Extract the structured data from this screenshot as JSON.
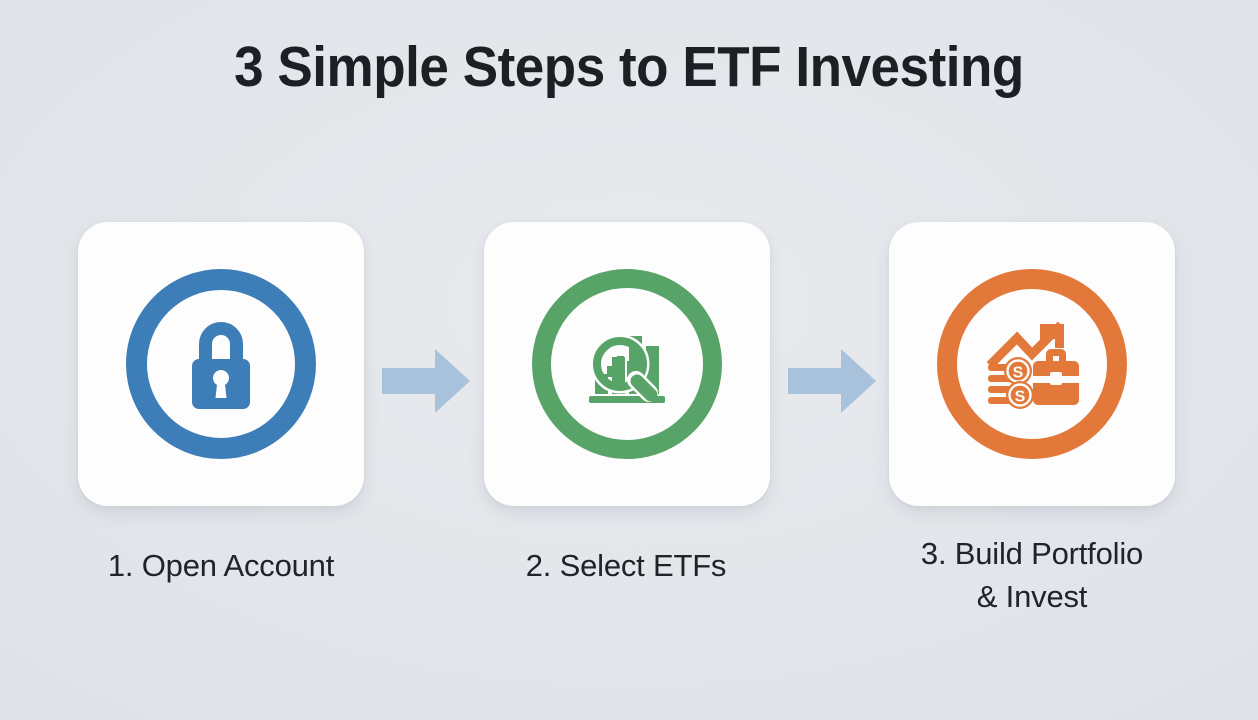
{
  "page": {
    "title": "3 Simple Steps to ETF Investing",
    "background_color": "#e3e6ea",
    "text_color": "#20242a"
  },
  "steps": [
    {
      "number": "1",
      "caption_line1": "1. Open Account",
      "caption_line2": "",
      "icon": "padlock-icon",
      "accent_color": "#3d7eb8",
      "accent_name": "blue"
    },
    {
      "number": "2",
      "caption_line1": "2. Select ETFs",
      "caption_line2": "",
      "icon": "magnifier-bar-chart-icon",
      "accent_color": "#57a368",
      "accent_name": "green"
    },
    {
      "number": "3",
      "caption_line1": "3. Build Portfolio",
      "caption_line2": "& Invest",
      "icon": "growth-coins-briefcase-icon",
      "accent_color": "#e2783a",
      "accent_name": "orange"
    }
  ],
  "connectors": [
    {
      "icon": "arrow-right-icon",
      "color": "#a8c2dc"
    },
    {
      "icon": "arrow-right-icon",
      "color": "#a8c2dc"
    }
  ]
}
